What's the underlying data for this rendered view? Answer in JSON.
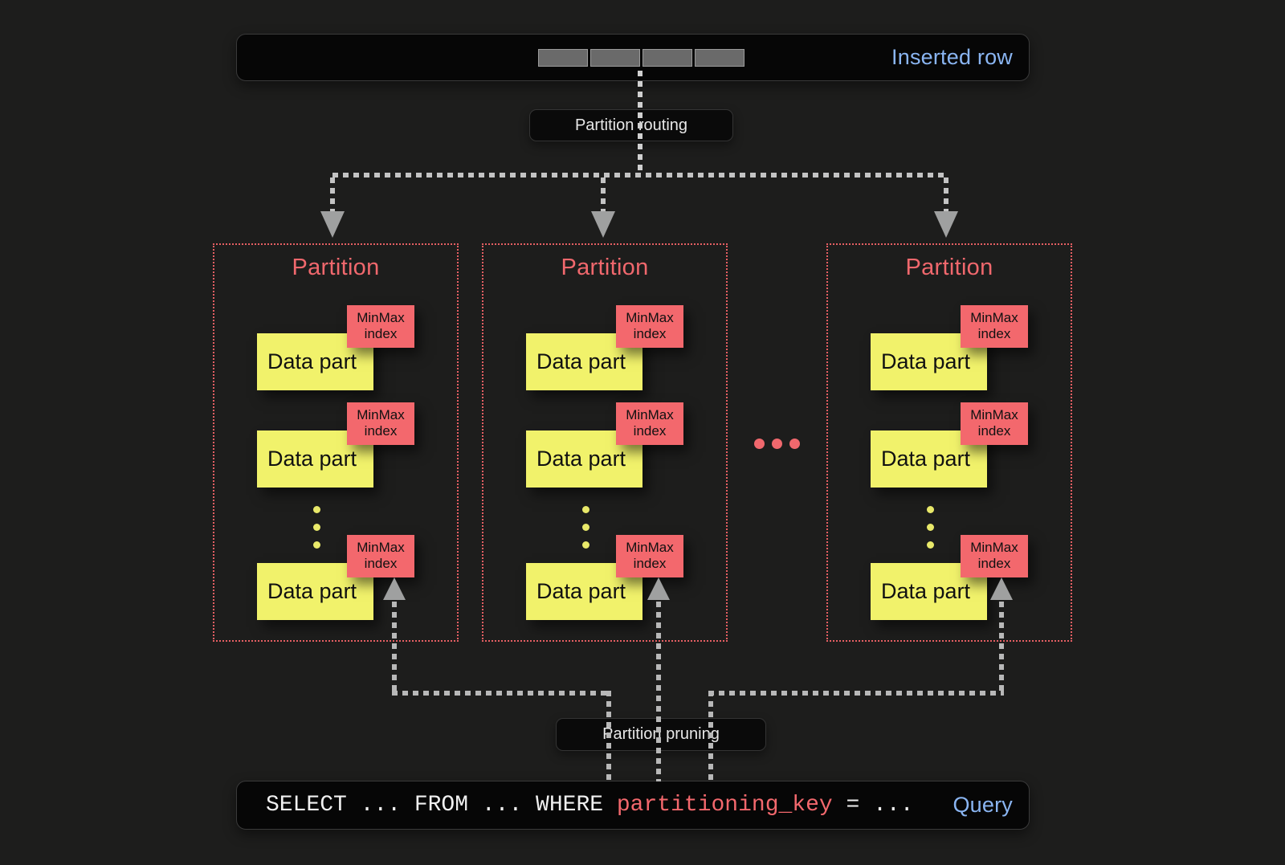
{
  "colors": {
    "background": "#1d1d1c",
    "accent_blue": "#8ab5f2",
    "accent_red": "#f3686d",
    "accent_yellow": "#f1f26b",
    "partition_border": "#e65f63",
    "arrow_gray": "#9fa0a0"
  },
  "inserted_row": {
    "label": "Inserted row",
    "cell_count": 4
  },
  "routing": {
    "label": "Partition routing"
  },
  "pruning": {
    "label": "Partition pruning"
  },
  "partitions": [
    {
      "title": "Partition",
      "parts": [
        {
          "label": "Data part",
          "index_label": "MinMax index"
        },
        {
          "label": "Data part",
          "index_label": "MinMax index"
        },
        {
          "label": "Data part",
          "index_label": "MinMax index"
        }
      ]
    },
    {
      "title": "Partition",
      "parts": [
        {
          "label": "Data part",
          "index_label": "MinMax index"
        },
        {
          "label": "Data part",
          "index_label": "MinMax index"
        },
        {
          "label": "Data part",
          "index_label": "MinMax index"
        }
      ]
    },
    {
      "title": "Partition",
      "parts": [
        {
          "label": "Data part",
          "index_label": "MinMax index"
        },
        {
          "label": "Data part",
          "index_label": "MinMax index"
        },
        {
          "label": "Data part",
          "index_label": "MinMax index"
        }
      ]
    }
  ],
  "query": {
    "sql_before": "SELECT ... FROM ... WHERE ",
    "sql_key": "partitioning_key",
    "sql_after": " = ...",
    "label": "Query"
  }
}
